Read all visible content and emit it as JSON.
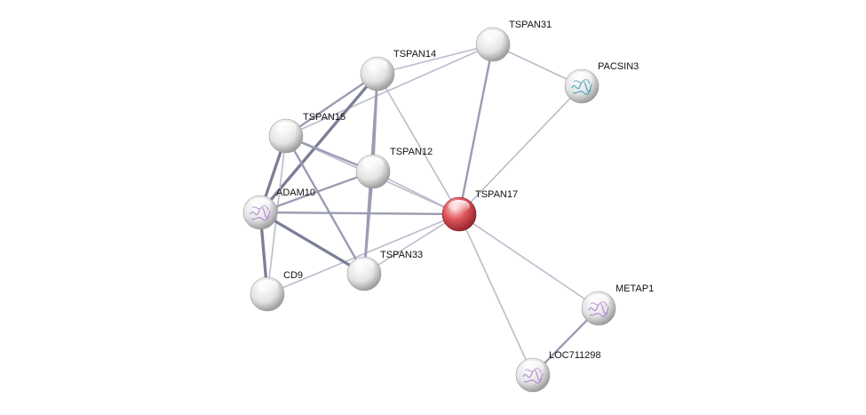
{
  "network": {
    "query_protein": "TSPAN17",
    "nodes": [
      {
        "id": "TSPAN31",
        "label": "TSPAN31",
        "query": false,
        "structure_icon": "none"
      },
      {
        "id": "PACSIN3",
        "label": "PACSIN3",
        "query": false,
        "structure_icon": "protein-structure-icon"
      },
      {
        "id": "TSPAN14",
        "label": "TSPAN14",
        "query": false,
        "structure_icon": "none"
      },
      {
        "id": "TSPAN15",
        "label": "TSPAN15",
        "query": false,
        "structure_icon": "none"
      },
      {
        "id": "TSPAN12",
        "label": "TSPAN12",
        "query": false,
        "structure_icon": "none"
      },
      {
        "id": "ADAM10",
        "label": "ADAM10",
        "query": false,
        "structure_icon": "protein-structure-icon"
      },
      {
        "id": "TSPAN17",
        "label": "TSPAN17",
        "query": true,
        "structure_icon": "none"
      },
      {
        "id": "TSPAN33",
        "label": "TSPAN33",
        "query": false,
        "structure_icon": "none"
      },
      {
        "id": "CD9",
        "label": "CD9",
        "query": false,
        "structure_icon": "none"
      },
      {
        "id": "METAP1",
        "label": "METAP1",
        "query": false,
        "structure_icon": "protein-structure-icon"
      },
      {
        "id": "LOC711298",
        "label": "LOC711298",
        "query": false,
        "structure_icon": "protein-structure-icon"
      }
    ],
    "edges": [
      {
        "source": "TSPAN17",
        "target": "TSPAN31",
        "strength": "medium"
      },
      {
        "source": "TSPAN17",
        "target": "PACSIN3",
        "strength": "weak"
      },
      {
        "source": "TSPAN17",
        "target": "TSPAN14",
        "strength": "weak"
      },
      {
        "source": "TSPAN17",
        "target": "TSPAN12",
        "strength": "weak"
      },
      {
        "source": "TSPAN17",
        "target": "TSPAN15",
        "strength": "weak"
      },
      {
        "source": "TSPAN17",
        "target": "ADAM10",
        "strength": "medium"
      },
      {
        "source": "TSPAN17",
        "target": "TSPAN33",
        "strength": "weak"
      },
      {
        "source": "TSPAN17",
        "target": "CD9",
        "strength": "weak"
      },
      {
        "source": "TSPAN17",
        "target": "METAP1",
        "strength": "weak"
      },
      {
        "source": "TSPAN17",
        "target": "LOC711298",
        "strength": "weak"
      },
      {
        "source": "TSPAN31",
        "target": "PACSIN3",
        "strength": "weak"
      },
      {
        "source": "TSPAN31",
        "target": "TSPAN14",
        "strength": "weak"
      },
      {
        "source": "TSPAN31",
        "target": "TSPAN15",
        "strength": "weak"
      },
      {
        "source": "TSPAN14",
        "target": "TSPAN15",
        "strength": "medium"
      },
      {
        "source": "TSPAN14",
        "target": "TSPAN12",
        "strength": "medium"
      },
      {
        "source": "TSPAN14",
        "target": "ADAM10",
        "strength": "strong"
      },
      {
        "source": "TSPAN14",
        "target": "TSPAN33",
        "strength": "medium"
      },
      {
        "source": "TSPAN15",
        "target": "TSPAN12",
        "strength": "medium"
      },
      {
        "source": "TSPAN15",
        "target": "ADAM10",
        "strength": "strong"
      },
      {
        "source": "TSPAN15",
        "target": "TSPAN33",
        "strength": "medium"
      },
      {
        "source": "TSPAN15",
        "target": "CD9",
        "strength": "weak"
      },
      {
        "source": "TSPAN12",
        "target": "ADAM10",
        "strength": "medium"
      },
      {
        "source": "TSPAN12",
        "target": "TSPAN33",
        "strength": "medium"
      },
      {
        "source": "ADAM10",
        "target": "TSPAN33",
        "strength": "strong"
      },
      {
        "source": "ADAM10",
        "target": "CD9",
        "strength": "strong"
      },
      {
        "source": "METAP1",
        "target": "LOC711298",
        "strength": "medium"
      }
    ],
    "colors": {
      "query_node": "#d9434a",
      "node": "#e6e6e6",
      "edge_weak": "#b9bccb",
      "edge_medium": "#9a9db2",
      "edge_strong": "#7b7e96",
      "structure_icon": "#b48ad6"
    }
  }
}
